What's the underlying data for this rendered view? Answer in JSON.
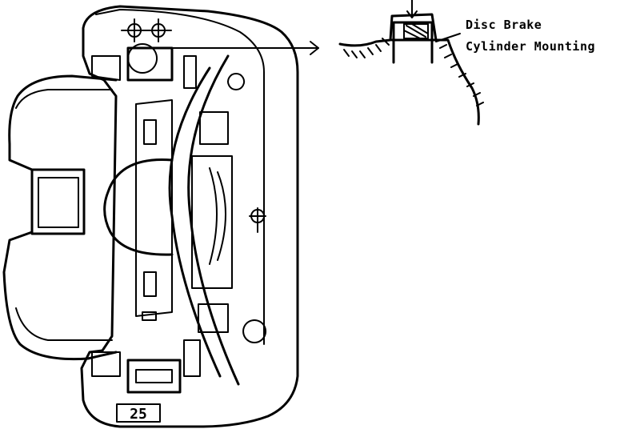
{
  "callout": {
    "line1": "Disc Brake",
    "line2": "Cylinder Mounting"
  },
  "stamp": {
    "text": "25"
  }
}
